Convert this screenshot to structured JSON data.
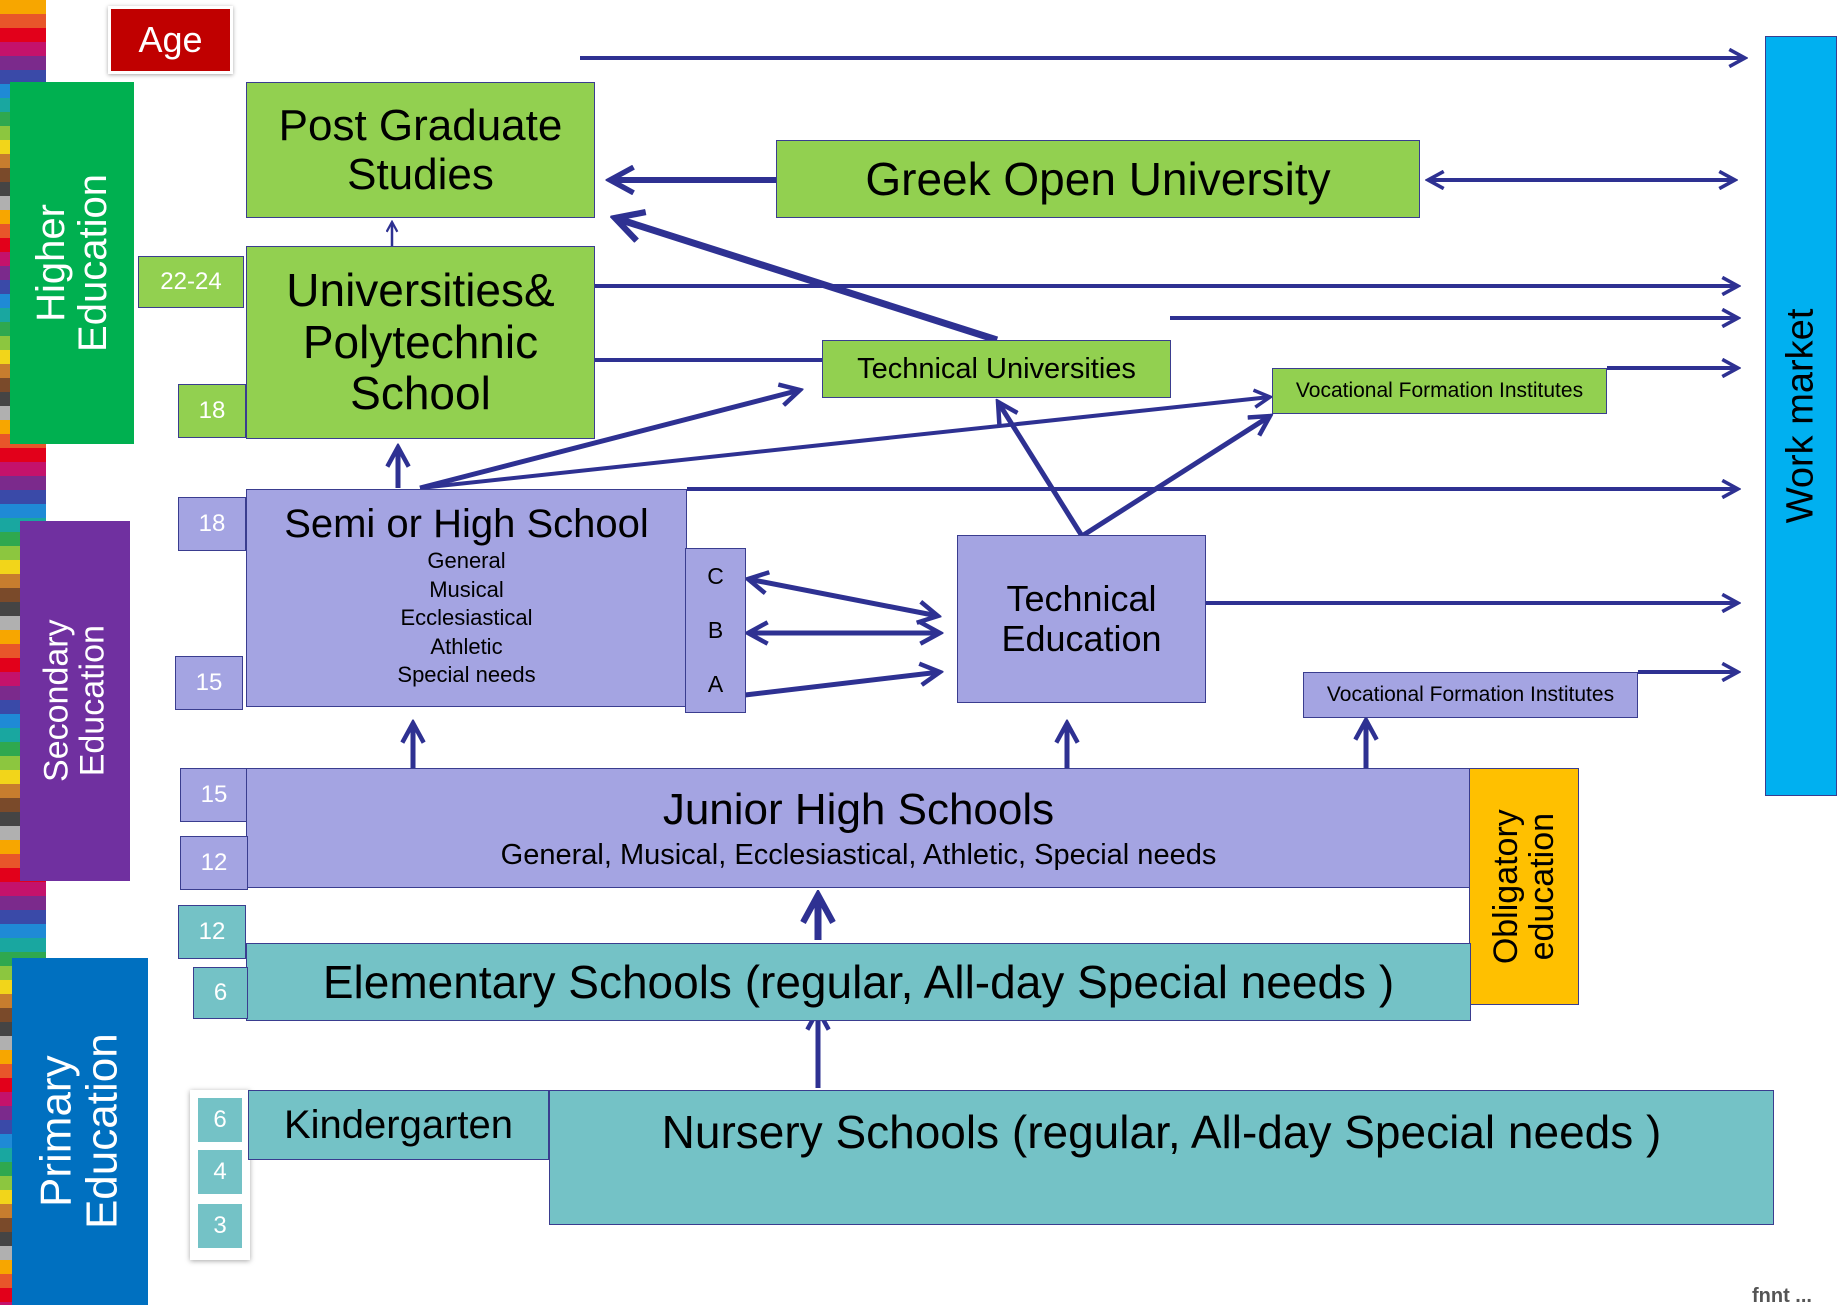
{
  "age_label": "Age",
  "side_labels": {
    "higher": "Higher\nEducation",
    "secondary": "Secondary\nEducation",
    "primary": "Primary\nEducation"
  },
  "ages": {
    "a22_24": "22-24",
    "a18_univ": "18",
    "a18_high": "18",
    "a15_high": "15",
    "a15_junior": "15",
    "a12_junior": "12",
    "a12_elem": "12",
    "a6_elem": "6",
    "a6_kinder": "6",
    "a4": "4",
    "a3": "3"
  },
  "boxes": {
    "post_graduate": "Post Graduate\nStudies",
    "greek_open_university": "Greek Open University",
    "universities": "Universities&\nPolytechnic\nSchool",
    "technical_universities": "Technical Universities",
    "vocational_upper": "Vocational Formation Institutes",
    "semi_high_title": "Semi or High School",
    "semi_high_types": "General\nMusical\nEcclesiastical\nAthletic\nSpecial needs",
    "grade_c": "C",
    "grade_b": "B",
    "grade_a": "A",
    "technical_education": "Technical\nEducation",
    "vocational_lower": "Vocational Formation Institutes",
    "junior_high_title": "Junior High Schools",
    "junior_high_types": "General, Musical, Ecclesiastical, Athletic, Special needs",
    "obligatory": "Obligatory\neducation",
    "elementary": "Elementary Schools (regular, All-day Special needs )",
    "kindergarten": "Kindergarten",
    "nursery": "Nursery Schools (regular, All-day Special needs )",
    "work_market": "Work market"
  },
  "footer_fragment": "fnnt ...",
  "colors": {
    "higher": "#00b050",
    "secondary": "#7030a0",
    "primary": "#0070c0",
    "age_badge": "#c00000",
    "green_box": "#92d050",
    "lavender_box": "#a4a4e2",
    "teal_box": "#74c2c6",
    "obligatory": "#ffc000",
    "work_market": "#00b0f0",
    "arrows": "#2e3192"
  }
}
